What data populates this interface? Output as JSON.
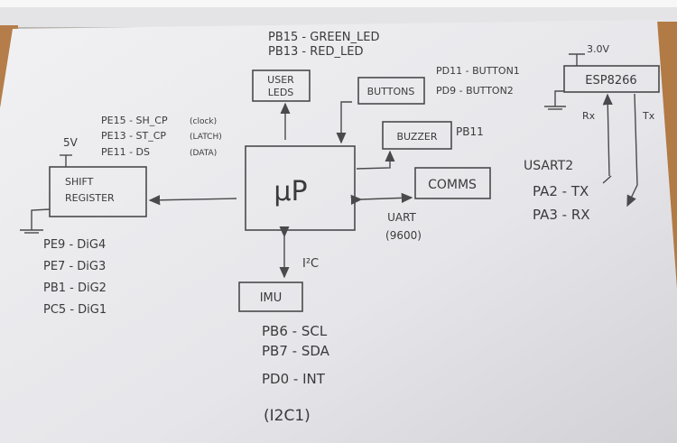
{
  "diagram": {
    "blocks": {
      "mcu": "µP",
      "user_leds": [
        "USER",
        "LEDS"
      ],
      "buttons": "BUTTONS",
      "buzzer": "BUZZER",
      "comms": "COMMS",
      "shift_register": [
        "SHIFT",
        "REGISTER"
      ],
      "imu": "IMU",
      "esp": "ESP8266"
    },
    "labels": {
      "leds_pins": [
        "PB15 - GREEN_LED",
        "PB13 - RED_LED"
      ],
      "button_pins": [
        "PD11 - BUTTON1",
        "PD9 - BUTTON2"
      ],
      "buzzer_pin": "PB11",
      "shift_pins": [
        "PE15 - SH_CP",
        "PE13 - ST_CP",
        "PE11 - DS"
      ],
      "shift_notes": [
        "(clock)",
        "(LATCH)",
        "(DATA)"
      ],
      "shift_supply": "5V",
      "digit_pins": [
        "PE9 - DiG4",
        "PE7 - DiG3",
        "PB1 - DiG2",
        "PC5 - DiG1"
      ],
      "uart": [
        "UART",
        "(9600)"
      ],
      "i2c": "I²C",
      "imu_pins": [
        "PB6 - SCL",
        "PB7 - SDA",
        "PD0 - INT",
        "(I2C1)"
      ],
      "esp_supply": "3.0V",
      "esp_rx": "Rx",
      "esp_tx": "Tx",
      "usart": [
        "USART2",
        "PA2 - TX",
        "PA3 - RX"
      ]
    }
  }
}
